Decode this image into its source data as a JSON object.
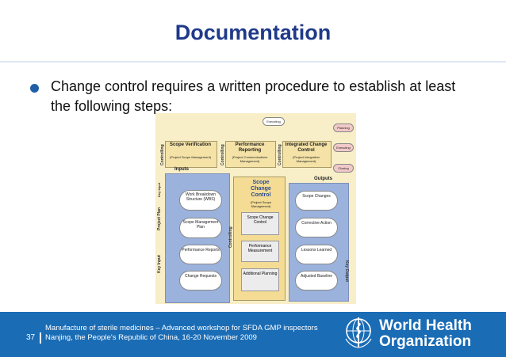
{
  "slide": {
    "title": "Documentation",
    "bullet": "Change control requires a written procedure to establish at least the following steps:"
  },
  "diagram": {
    "top_small": [
      "Executing",
      "Planning",
      "Executing",
      "Closing"
    ],
    "scope_verification": {
      "title": "Scope Verification",
      "sub": "(Project Scope Management)"
    },
    "performance_reporting": {
      "title": "Performance Reporting",
      "sub": "(Project Communications Management)"
    },
    "integrated_change_control": {
      "title": "Integrated Change Control",
      "sub": "(Project Integration Management)"
    },
    "controlling_1": "Controlling",
    "controlling_2": "Controlling",
    "controlling_3": "Controlling",
    "controlling_4": "Controlling",
    "inputs": "Inputs",
    "outputs": "Outputs",
    "key_input_top": "Key Input",
    "project_plan": "Project Plan",
    "key_input_bottom": "Key Input",
    "key_output": "Key Output",
    "inputs_items": [
      "Work Breakdown Structure (WBS)",
      "Scope Management Plan",
      "Performance Reports",
      "Change Requests"
    ],
    "center_title": "Scope Change Control",
    "center_sub": "(Project Scope Management)",
    "center_items": [
      "Scope Change Control",
      "Performance Measurement",
      "Additional Planning"
    ],
    "outputs_items": [
      "Scope Changes",
      "Corrective Action",
      "Lessons Learned",
      "Adjusted Baseline"
    ]
  },
  "footer": {
    "line1": "Manufacture of sterile medicines – Advanced workshop for SFDA GMP inspectors",
    "line2": "Nanjing, the People's Republic of China, 16-20 November 2009",
    "page": "37",
    "org1": "World Health",
    "org2": "Organization"
  },
  "colors": {
    "title": "#1f3a8a",
    "footer_bg": "#1a6cb5",
    "diagram_bg": "#f8eec7",
    "panel_blue": "#9bb2dd"
  }
}
